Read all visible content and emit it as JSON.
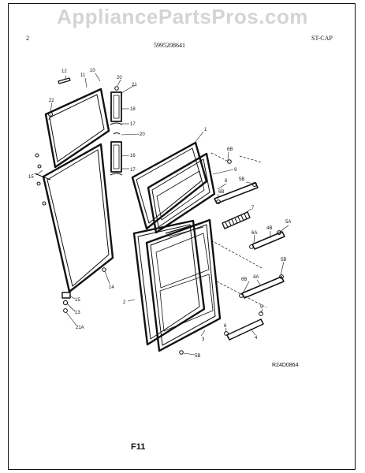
{
  "watermark": "AppliancePartsPros.com",
  "header": {
    "page_number": "2",
    "part_number": "5995208641",
    "model_code": "ST-CAP"
  },
  "diagram": {
    "callouts": [
      "12",
      "10",
      "11",
      "20",
      "21",
      "22",
      "18",
      "17",
      "20",
      "16",
      "17",
      "15",
      "1",
      "6B",
      "9",
      "6",
      "5B",
      "6B",
      "7",
      "5A",
      "6A",
      "4B",
      "2",
      "14",
      "5B",
      "6B",
      "4A",
      "15",
      "13",
      "21A",
      "5",
      "6",
      "4",
      "5B"
    ],
    "reference_code": "R24D0864",
    "figure_label": "F11"
  }
}
